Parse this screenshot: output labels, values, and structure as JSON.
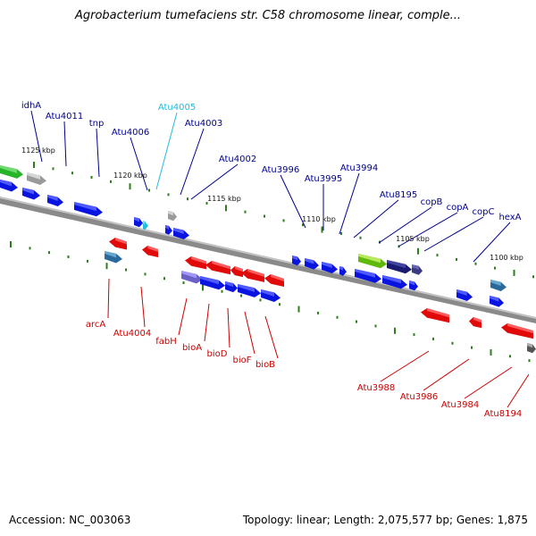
{
  "title": "Agrobacterium tumefaciens str. C58 chromosome linear, comple...",
  "footer": {
    "accession": "Accession: NC_003063",
    "summary": "Topology: linear; Length: 2,075,577 bp; Genes: 1,875"
  },
  "ticks": [
    "1125 kbp",
    "1120 kbp",
    "1115 kbp",
    "1110 kbp",
    "1105 kbp",
    "1100 kbp"
  ],
  "top_labels": [
    "idhA",
    "Atu4011",
    "tnp",
    "Atu4006",
    "Atu4005",
    "Atu4003",
    "Atu4002",
    "Atu3996",
    "Atu3995",
    "Atu3994",
    "Atu8195",
    "copB",
    "copA",
    "copC",
    "hexA"
  ],
  "bottom_labels": [
    "arcA",
    "Atu4004",
    "fabH",
    "bioA",
    "bioD",
    "bioF",
    "bioB",
    "Atu3988",
    "Atu3986",
    "Atu3984",
    "Atu8194"
  ],
  "colors": {
    "forward_label": "#00008b",
    "highlight_label": "#22bbdd",
    "reverse_label": "#cc0000",
    "axis": "#777777",
    "tick": "#2e7d1e"
  }
}
